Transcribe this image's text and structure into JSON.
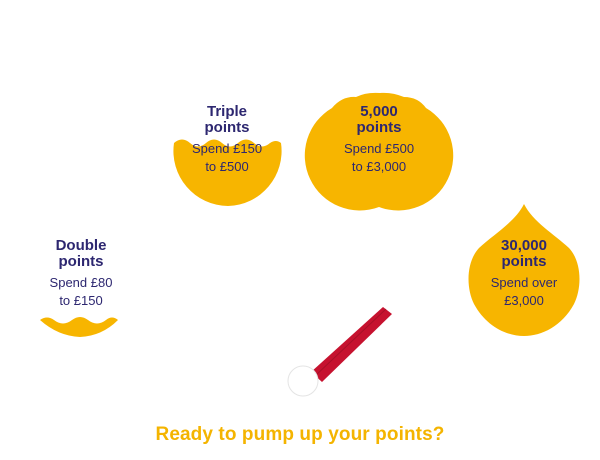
{
  "tiers": [
    {
      "title_line1": "Double",
      "title_line2": "points",
      "spend_line1": "Spend £80",
      "spend_line2": "to £150"
    },
    {
      "title_line1": "Triple",
      "title_line2": "points",
      "spend_line1": "Spend £150",
      "spend_line2": "to £500"
    },
    {
      "title_line1": "5,000",
      "title_line2": "points",
      "spend_line1": "Spend £500",
      "spend_line2": "to £3,000"
    },
    {
      "title_line1": "30,000",
      "title_line2": "points",
      "spend_line1": "Spend over",
      "spend_line2": "£3,000"
    }
  ],
  "cta": {
    "text": "Ready to pump up your points?"
  },
  "colors": {
    "fill": "#f7b500",
    "text": "#2d2770",
    "needle": "#c6122f",
    "cta": "#f4b400"
  }
}
